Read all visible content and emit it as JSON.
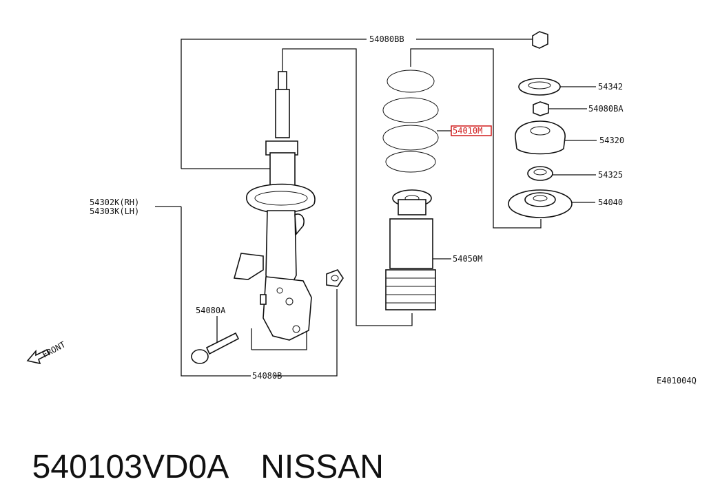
{
  "diagram": {
    "labels": {
      "assembly_top": "54080BB",
      "strut_rh": "54302K(RH)",
      "strut_lh": "54303K(LH)",
      "spring": "54010M",
      "washer": "54342",
      "nut": "54080BA",
      "mount": "54320",
      "bearing": "54325",
      "seat": "54040",
      "bump_stop": "54050M",
      "bolt": "54080A",
      "bolt_set": "54080B",
      "front_arrow": "FRONT",
      "diagram_code": "E401004Q"
    },
    "highlight_color": "#d01c1c",
    "line_color": "#111111"
  },
  "caption": {
    "part_number": "540103VD0A",
    "brand": "NISSAN"
  }
}
